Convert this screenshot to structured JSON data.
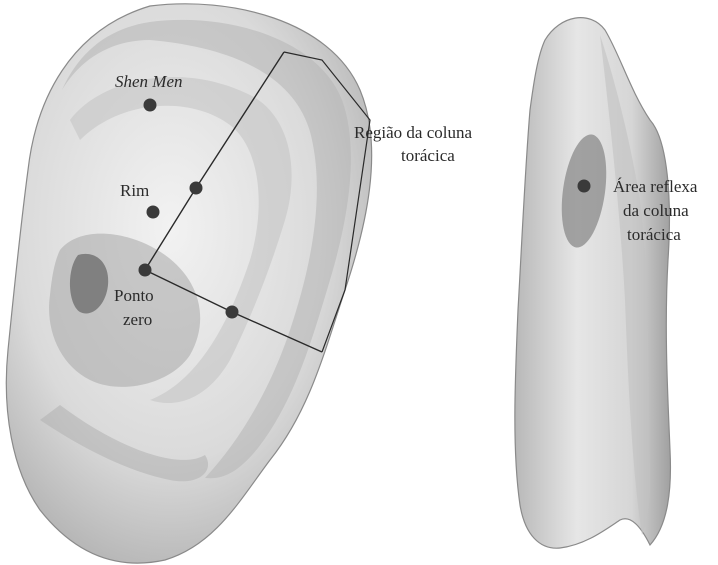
{
  "labels": {
    "shen_men": "Shen Men",
    "rim": "Rim",
    "ponto_zero_line1": "Ponto",
    "ponto_zero_line2": "zero",
    "regiao_line1": "Região da coluna",
    "regiao_line2": "torácica",
    "area_line1": "Área reflexa",
    "area_line2": "da coluna",
    "area_line3": "torácica"
  },
  "colors": {
    "ear_fill": "#d9d9d9",
    "ear_shadow": "#8c8c8c",
    "marker": "#3a3a3a",
    "line": "#2a2a2a",
    "reflex_area": "#8a8a8a"
  }
}
